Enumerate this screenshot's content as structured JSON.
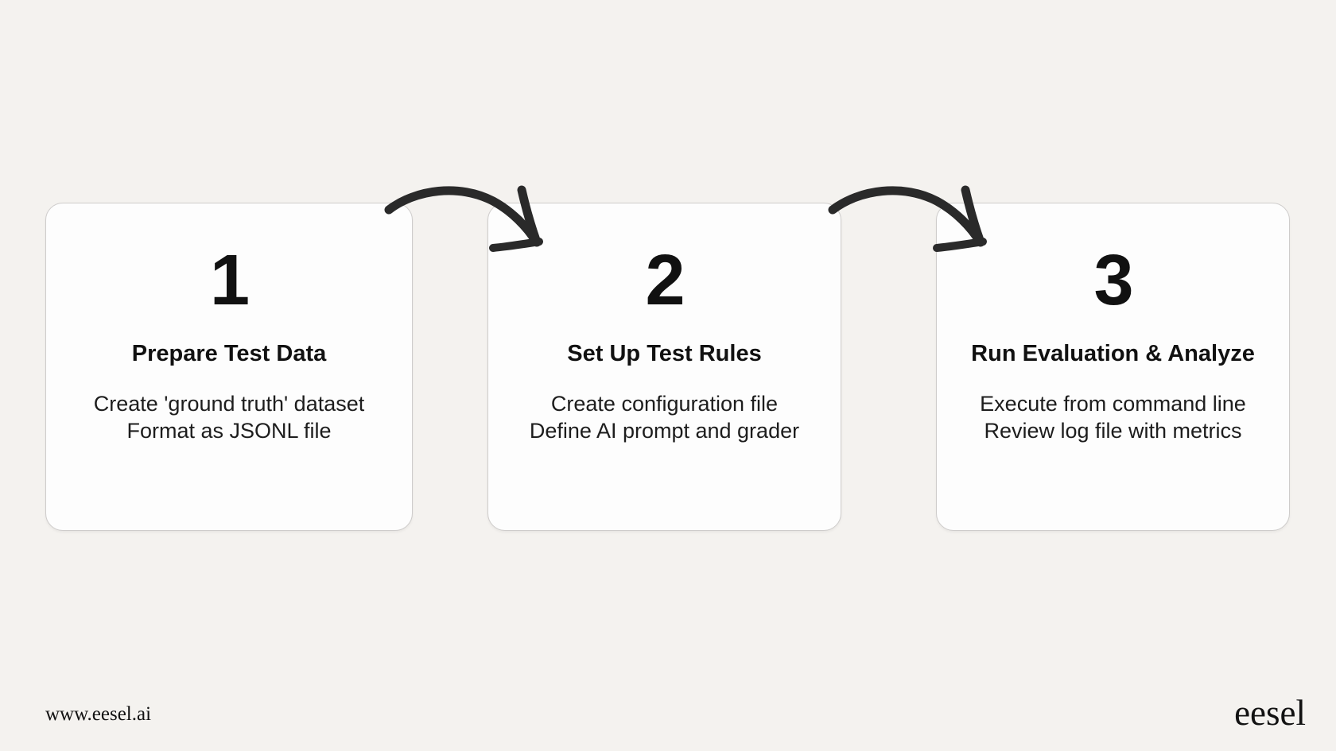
{
  "page": {
    "background_color": "#f4f2ef",
    "card_color": "#fdfdfd",
    "card_border_color": "#cecccb",
    "text_color": "#111111",
    "arrow_color": "#2a2a2a"
  },
  "steps": [
    {
      "number": "1",
      "title": "Prepare Test Data",
      "line1": "Create 'ground truth' dataset",
      "line2": "Format as JSONL file"
    },
    {
      "number": "2",
      "title": "Set Up Test Rules",
      "line1": "Create configuration file",
      "line2": "Define AI prompt and grader"
    },
    {
      "number": "3",
      "title": "Run Evaluation & Analyze",
      "line1": "Execute from command line",
      "line2": "Review log file with metrics"
    }
  ],
  "footer": {
    "website_url": "www.eesel.ai",
    "brand_name": "eesel"
  }
}
